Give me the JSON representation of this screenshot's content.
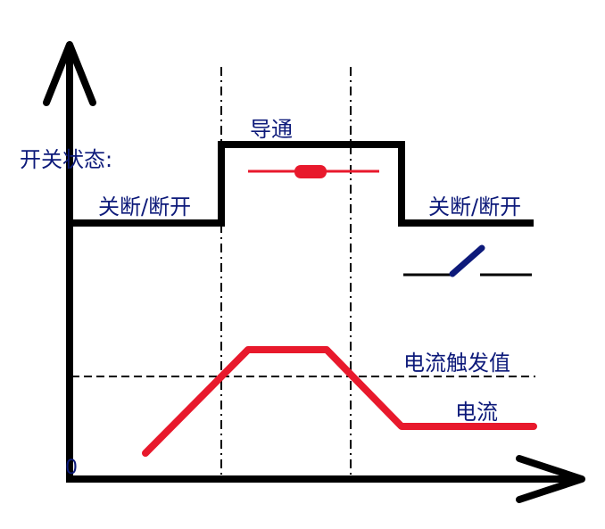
{
  "labels": {
    "switch_state": "开关状态:",
    "off_left": "关断/断开",
    "on": "导通",
    "off_right": "关断/断开",
    "trigger_value": "电流触发值",
    "current": "电流",
    "origin": "0"
  },
  "colors": {
    "axis": "#000000",
    "switch_line": "#000000",
    "current_line": "#e8192c",
    "text": "#0d1a7a",
    "closed_switch_symbol": "#e8192c",
    "open_switch_blade": "#0d1a7a",
    "open_switch_wire": "#000000"
  },
  "icons": {
    "closed_switch": "closed-reed-switch-icon",
    "open_switch": "open-switch-icon"
  }
}
